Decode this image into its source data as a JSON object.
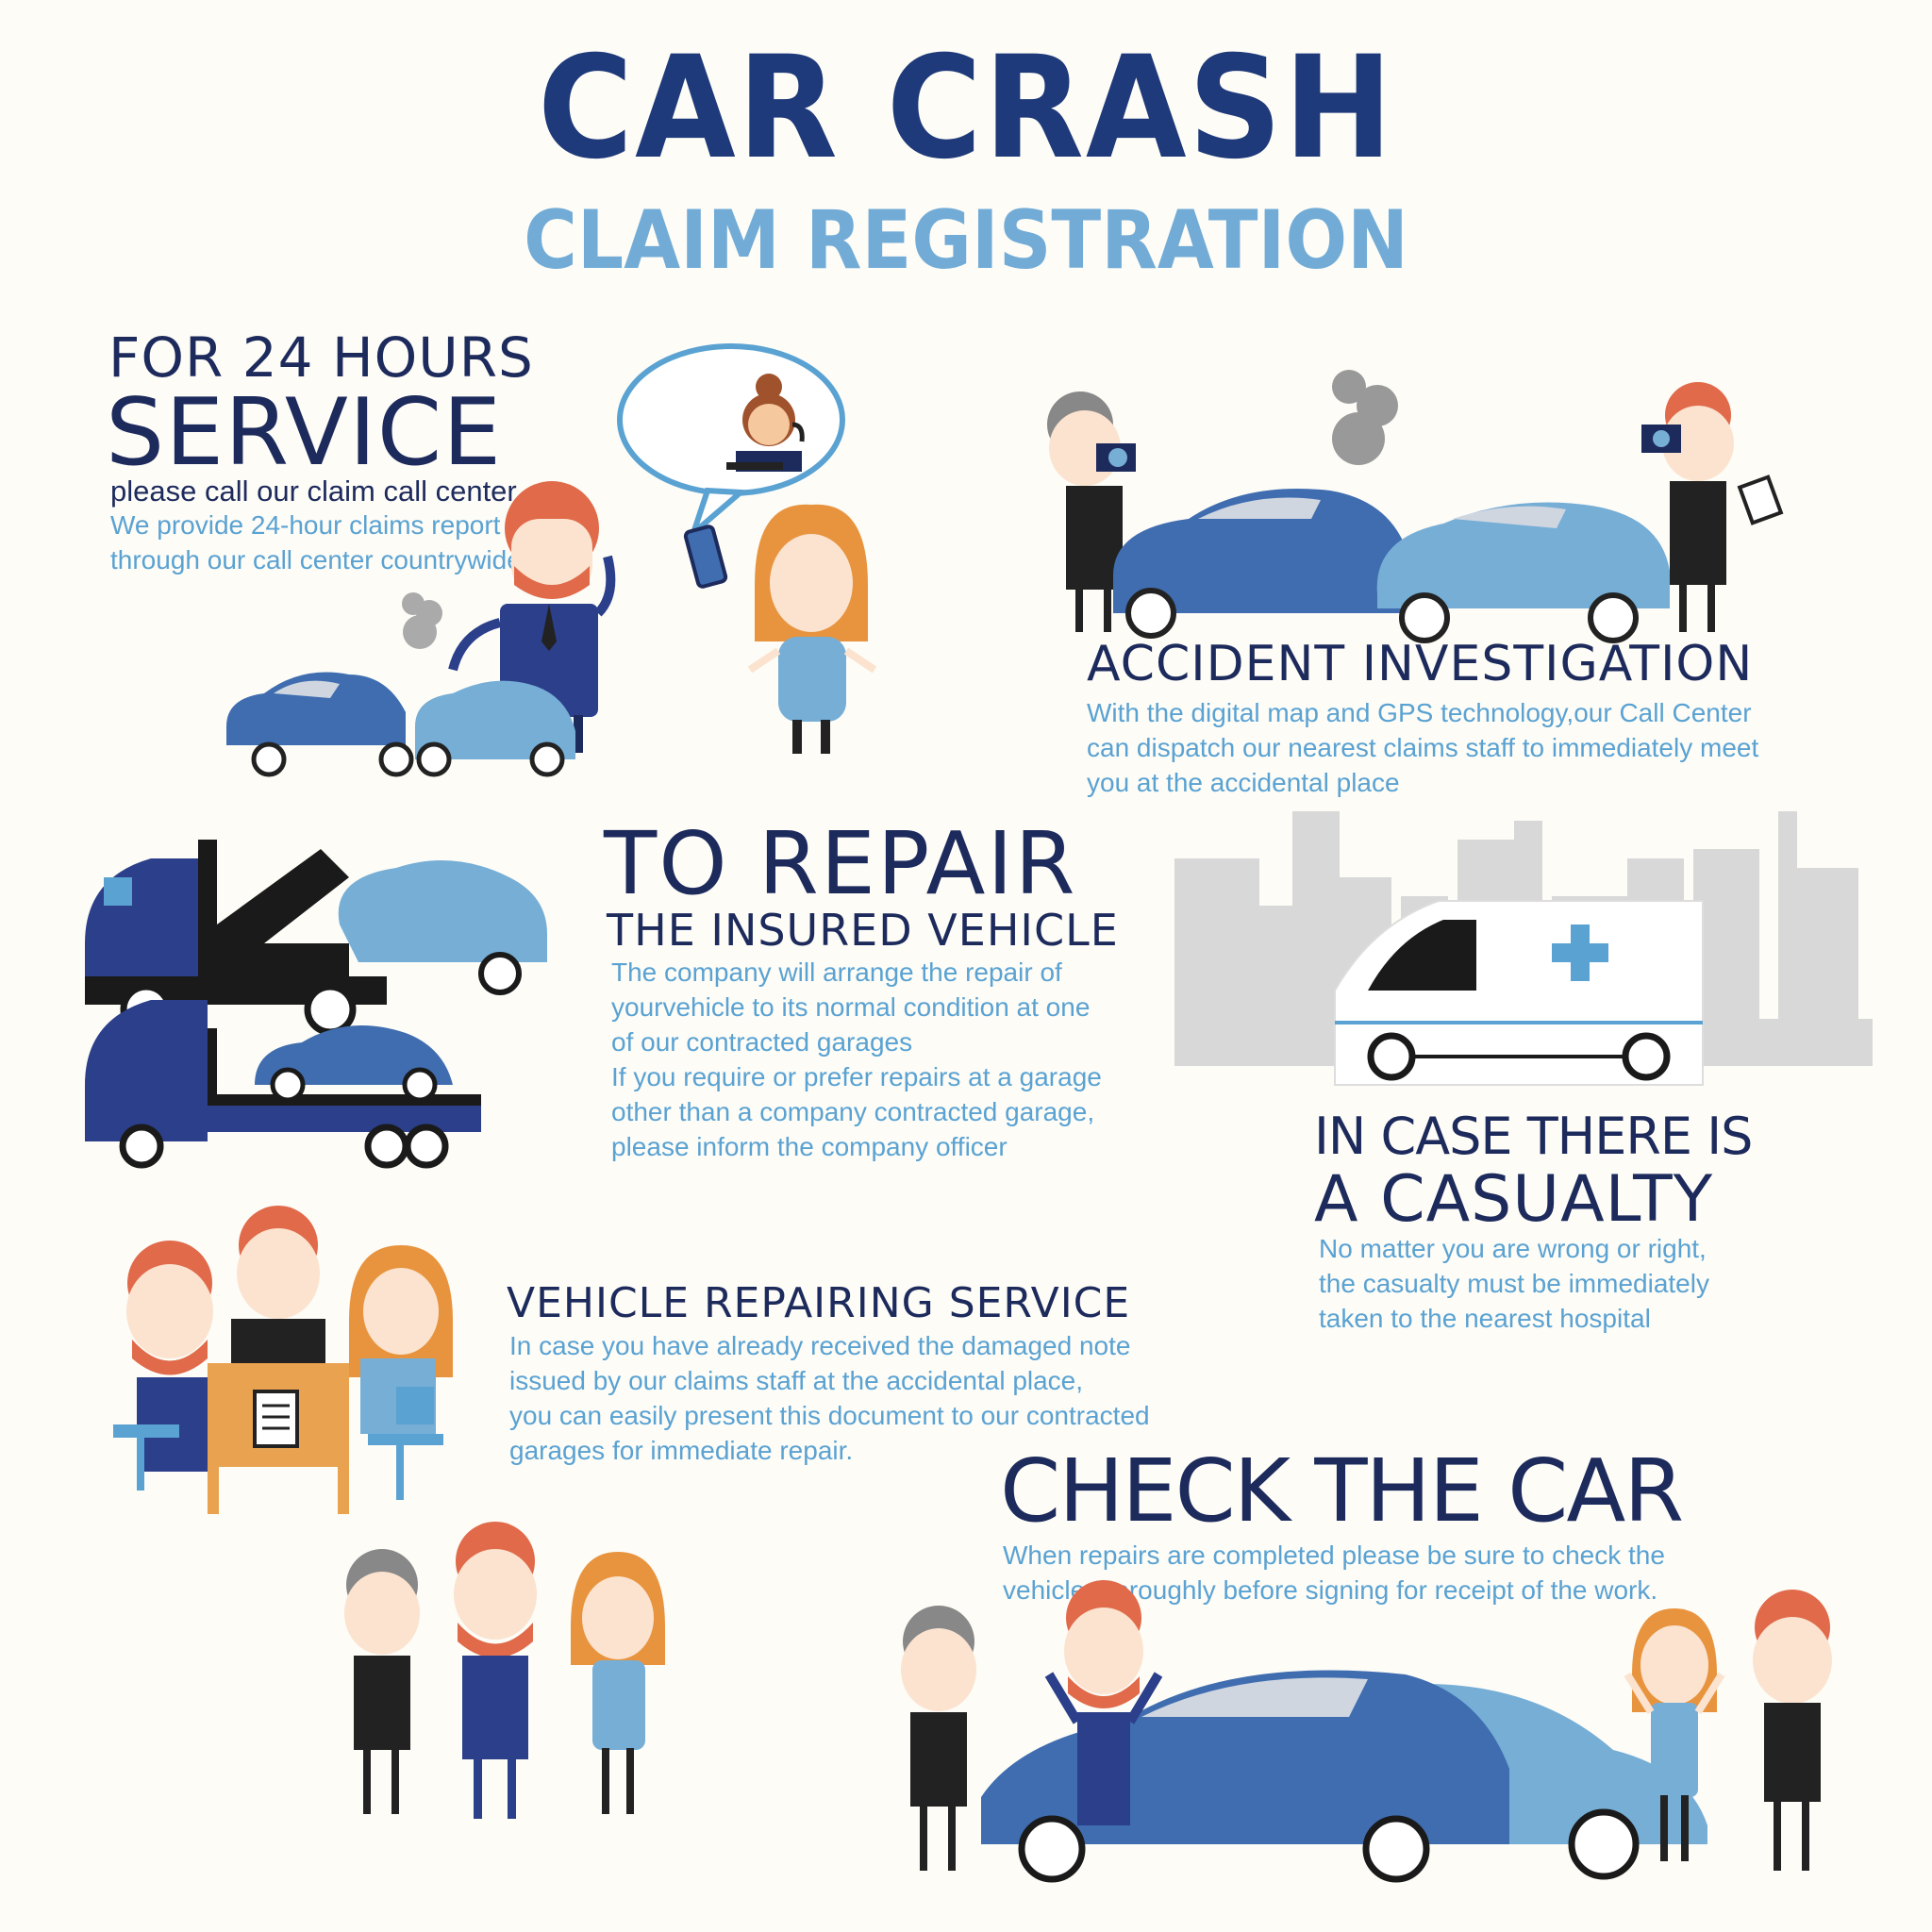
{
  "header": {
    "title": "CAR CRASH",
    "subtitle": "CLAIM REGISTRATION"
  },
  "service": {
    "line1": "FOR 24 HOURS",
    "line2": "SERVICE",
    "callout": "please call our claim call center",
    "desc": [
      "We provide 24-hour claims report",
      "through our  call center countrywide"
    ]
  },
  "investigation": {
    "heading": "ACCIDENT INVESTIGATION",
    "desc": [
      "With the digital map and GPS technology,our Call Center",
      "can dispatch our nearest claims staff to immediately meet",
      "you at the accidental place"
    ]
  },
  "repair": {
    "heading": "TO REPAIR",
    "subheading": "THE INSURED VEHICLE",
    "desc": [
      "The company will arrange the repair of",
      "yourvehicle to its normal condition at one",
      "of our contracted garages",
      "If you require or prefer repairs at a garage",
      "other than a company contracted garage,",
      "please inform the company officer"
    ]
  },
  "casualty": {
    "line1": "IN CASE THERE IS",
    "line2": "A CASUALTY",
    "desc": [
      "No matter you are wrong or right,",
      "the casualty must be immediately",
      "taken to the nearest hospital"
    ]
  },
  "repairing_service": {
    "heading": "VEHICLE REPAIRING SERVICE",
    "desc": [
      "In case you have already received the damaged note",
      "issued by our claims staff at the accidental place,",
      "you can easily present this document to our contracted",
      "garages for immediate repair."
    ]
  },
  "check": {
    "heading": "CHECK THE CAR",
    "desc": [
      "When repairs are completed please be sure to check the",
      "vehicle thoroughly before signing for  receipt of the work."
    ]
  },
  "colors": {
    "dark_navy": "#1d2a5c",
    "title_blue": "#1f3a7a",
    "light_blue": "#5aa2d2",
    "car_dark": "#3f6db0",
    "car_light": "#76aed6",
    "truck": "#2b3f8a",
    "hair": "#e06a4a",
    "skin": "#fbe3cf",
    "city_gray": "#d8d8d8"
  },
  "icons": [
    "headset-operator-icon",
    "phone-icon",
    "camera-icon",
    "document-icon",
    "medical-cross-icon"
  ]
}
